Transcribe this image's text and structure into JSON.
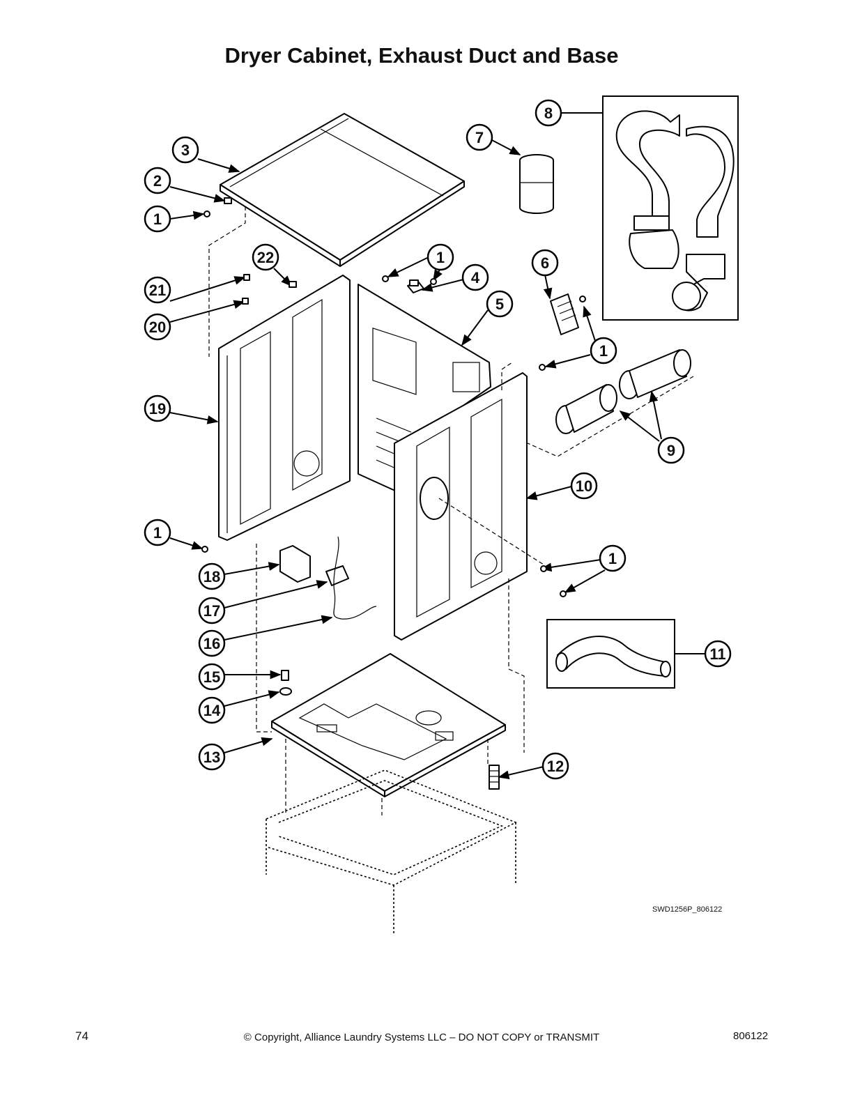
{
  "title": "Dryer Cabinet, Exhaust Duct and Base",
  "drawing_code": "SWD1256P_806122",
  "footer": {
    "page_number": "74",
    "copyright": "© Copyright, Alliance Laundry Systems LLC – DO NOT COPY or TRANSMIT",
    "doc_number": "806122"
  },
  "callouts": {
    "c1a": "1",
    "c1b": "1",
    "c1c": "1",
    "c1d": "1",
    "c1e": "1",
    "c2": "2",
    "c3": "3",
    "c4": "4",
    "c5": "5",
    "c6": "6",
    "c7": "7",
    "c8": "8",
    "c9": "9",
    "c10": "10",
    "c11": "11",
    "c12": "12",
    "c13": "13",
    "c14": "14",
    "c15": "15",
    "c16": "16",
    "c17": "17",
    "c18": "18",
    "c19": "19",
    "c20": "20",
    "c21": "21",
    "c22": "22"
  },
  "colors": {
    "line": "#000000",
    "background": "#ffffff"
  }
}
